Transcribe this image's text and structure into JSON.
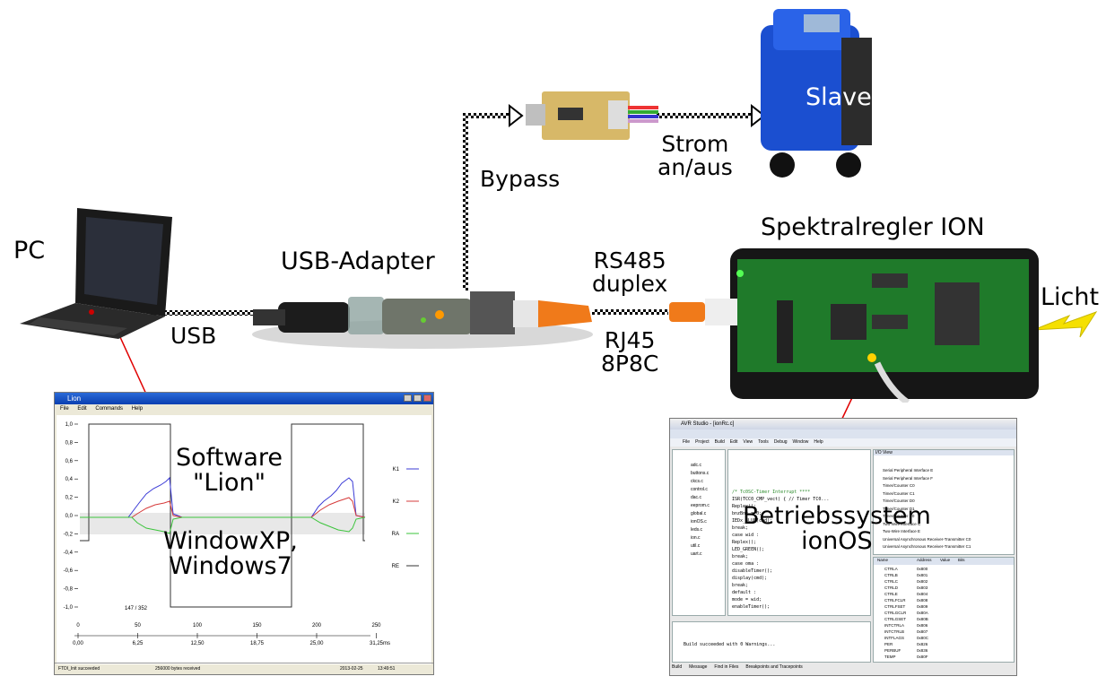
{
  "labels": {
    "pc": "PC",
    "usb": "USB",
    "usb_adapter": "USB-Adapter",
    "bypass": "Bypass",
    "strom": "Strom\nan/aus",
    "slave": "Slave",
    "spektralregler": "Spektralregler ION",
    "rs485": "RS485\nduplex",
    "rj45": "RJ45\n8P8C",
    "licht": "Licht",
    "software": "Software\n\"Lion\"",
    "windows": "WindowXP,\nWindows7",
    "betriebssystem": "Betriebssystem\nionOS"
  },
  "lion_window": {
    "title": "Lion",
    "menu": [
      "File",
      "Edit",
      "Commands",
      "Help"
    ],
    "counter": "147 / 352",
    "y_ticks": [
      "1,0",
      "0,8",
      "0,6",
      "0,4",
      "0,2",
      "0,0",
      "-0,2",
      "-0,4",
      "-0,6",
      "-0,8",
      "-1,0"
    ],
    "x_ticks_top": [
      "0",
      "50",
      "100",
      "150",
      "200",
      "250"
    ],
    "x_ticks_bottom": [
      "0,00",
      "6,25",
      "12,50",
      "18,75",
      "25,00",
      "31,25"
    ],
    "x_unit": "ms",
    "legend": [
      "K1",
      "K2",
      "RA",
      "RE"
    ],
    "legend_colors": [
      "#3b3bd6",
      "#d63b3b",
      "#3bc43b",
      "#333333"
    ],
    "status": [
      "FTDI_Init succeeded",
      "256000 bytes received",
      "2013-02-25",
      "13:49:51"
    ]
  },
  "avr_window": {
    "title": "AVR Studio - [ionRc.c]",
    "menu": [
      "File",
      "Project",
      "Build",
      "Edit",
      "View",
      "Tools",
      "Debug",
      "Window",
      "Help"
    ],
    "io_title": "I/O View",
    "io_items": [
      "Serial Peripheral Interface E",
      "Serial Peripheral Interface F",
      "Timer/Counter C0",
      "Timer/Counter C1",
      "Timer/Counter D0",
      "Timer/Counter D1",
      "Timer/Counter E0",
      "Two-Wire Interface C",
      "Two-Wire Interface E",
      "Universal Asynchronous Receiver-Transmitter C0",
      "Universal Asynchronous Receiver-Transmitter C1"
    ],
    "reg_headers": [
      "Name",
      "Address",
      "Value",
      "Bits"
    ],
    "reg_names": [
      "CTRLA",
      "CTRLB",
      "CTRLC",
      "CTRLD",
      "CTRLE",
      "CTRLFCLR",
      "CTRLFSET",
      "CTRLGCLR",
      "CTRLGSET",
      "INTCTRLA",
      "INTCTRLB",
      "INTFLAGS",
      "PER",
      "PERBUF",
      "TEMP"
    ],
    "reg_addr": [
      "0x800",
      "0x801",
      "0x802",
      "0x803",
      "0x804",
      "0x808",
      "0x809",
      "0x80A",
      "0x80B",
      "0x806",
      "0x807",
      "0x80C",
      "0x826",
      "0x836",
      "0x80F"
    ],
    "code_lines": [
      "/* Tc0SC-Timer Interrupt ****",
      "ISR(TCC0_CMP_vect)  { // Timer TC0...",
      "  Replex();",
      "  bnzBnz = 0;",
      "  IEDx_BLUE(cmd);",
      "  break;",
      "case wid  :",
      "  Replex();",
      "  LED_GREEN();",
      "  break;",
      "case oma  :",
      "  disableTimer();",
      "  display(cmd);",
      "  break;",
      "default   :",
      "  mode = wid;",
      "  enableTimer();"
    ],
    "files": [
      "adc.c",
      "buttons.c",
      "ckcs.c",
      "control.c",
      "dac.c",
      "eeprom.c",
      "global.c",
      "ionOS.c",
      "leds.c",
      "ion.c",
      "util.c",
      "uart.c"
    ],
    "build_msg": "Build succeeded with 0 Warnings...",
    "tabs": [
      "Build",
      "Message",
      "Find in Files",
      "Breakpoints and Tracepoints"
    ]
  }
}
